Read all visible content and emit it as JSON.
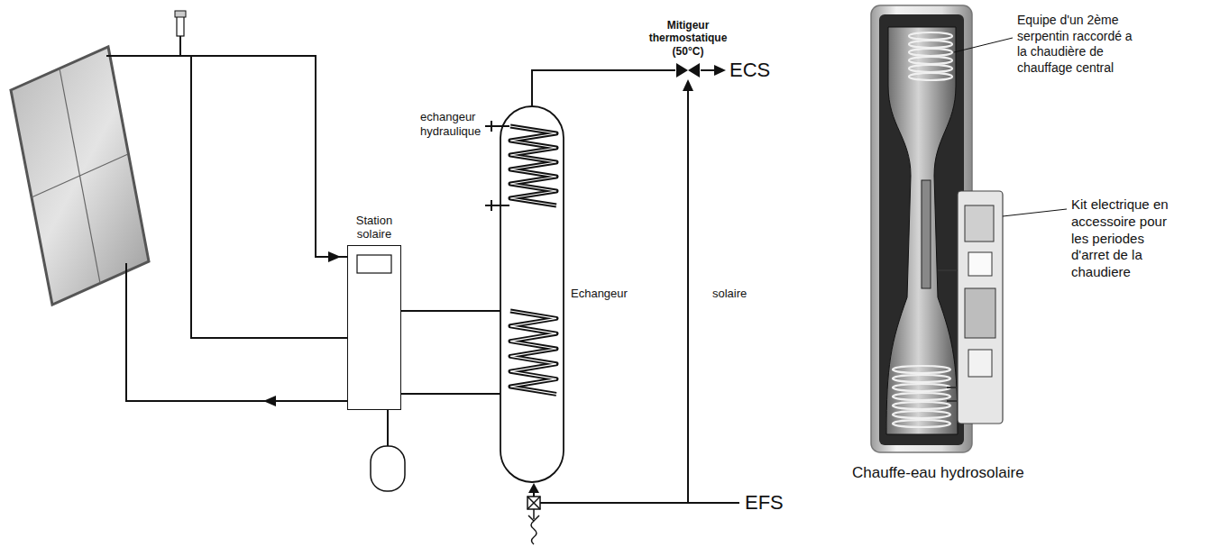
{
  "diagram": {
    "nodes": [
      {
        "text": [
          "Station solaire"
        ]
      },
      {
        "text": [
          "Mitigeur thermostatique",
          "(50°C)"
        ]
      }
    ],
    "labels": [
      "echangeur hydraulique",
      "Echangeur",
      "solaire",
      "ECS",
      "EFS",
      "Equipe d'un 2ème serpentin raccordé a la chaudière de chauffage central",
      "Kit electrique en accessoire pour les periodes d'arret de la chaudiere",
      "Chauffe-eau hydrosolaire"
    ]
  }
}
